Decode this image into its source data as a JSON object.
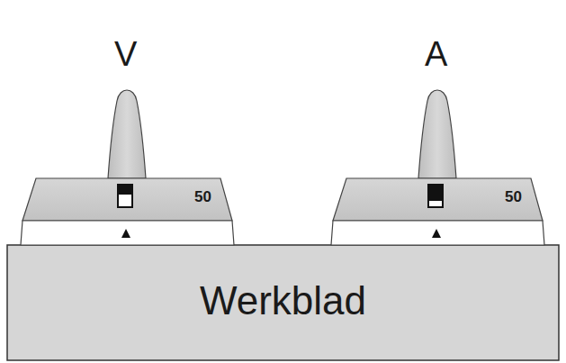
{
  "diagram": {
    "nodes": [
      {
        "text": [
          "V",
          "50"
        ]
      },
      {
        "text": [
          "A",
          "50"
        ]
      },
      {
        "text": [
          "Werkblad"
        ]
      }
    ]
  }
}
